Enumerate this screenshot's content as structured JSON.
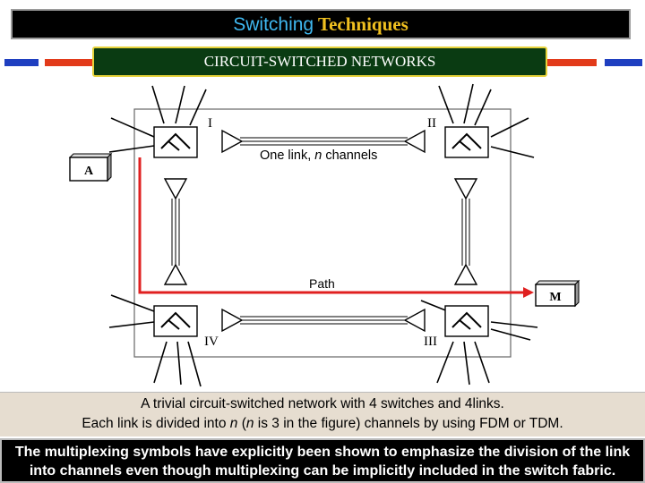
{
  "header": {
    "title_part1": "Switching",
    "title_part2": " Techniques",
    "subtitle": "CIRCUIT-SWITCHED NETWORKS",
    "accent_blue": "#1f3fc0",
    "accent_red": "#e23a1a"
  },
  "diagram": {
    "switch_labels": [
      "I",
      "II",
      "III",
      "IV"
    ],
    "station_a": "A",
    "station_m": "M",
    "link_label_prefix": "One link, ",
    "link_label_n": "n",
    "link_label_suffix": " channels",
    "path_label": "Path",
    "path_color": "#e02020"
  },
  "caption": {
    "line1": "A trivial circuit-switched network with 4 switches and 4links.",
    "line2_a": "Each link is divided into ",
    "line2_n1": "n",
    "line2_b": " (",
    "line2_n2": "n",
    "line2_c": " is 3 in the figure) channels by using FDM or TDM."
  },
  "note": {
    "text": "The multiplexing symbols have explicitly been shown to emphasize the division of the link into channels even though multiplexing can be implicitly included in the switch fabric."
  }
}
